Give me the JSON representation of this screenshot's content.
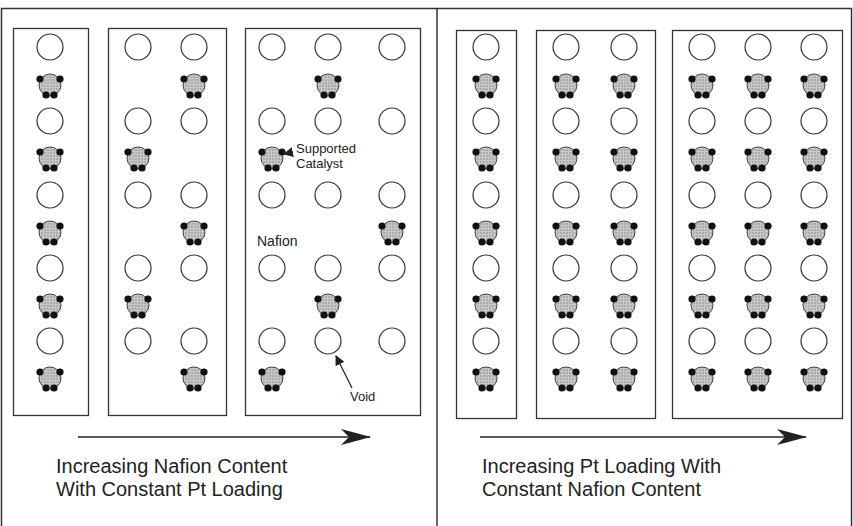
{
  "diagram": {
    "labels": [
      "Supported Catalyst",
      "Nafion",
      "Void",
      "Increasing Nafion Content With Constant Pt Loading",
      "Increasing Pt Loading With Constant Nafion Content"
    ]
  }
}
